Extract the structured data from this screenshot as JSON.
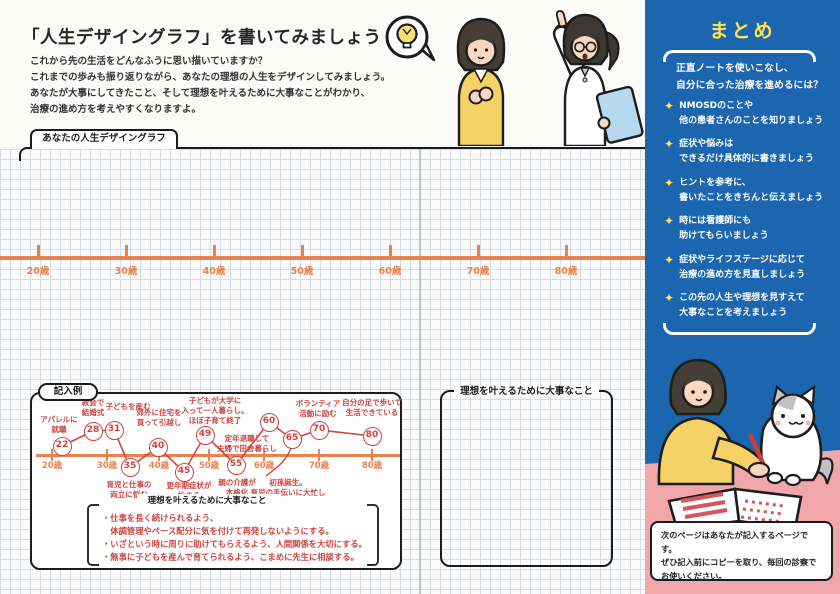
{
  "page": {
    "title": "「人生デザイングラフ」を書いてみましょう",
    "intro": "これから先の生活をどんなふうに思い描いていますか？\nこれまでの歩みも振り返りながら、あなたの理想の人生をデザインしてみましょう。\nあなたが大事にしてきたこと、そして理想を叶えるために大事なことがわかり、\n治療の進め方を考えやすくなりますよ。",
    "tab_label": "あなたの人生デザイングラフ"
  },
  "life_graph": {
    "age_ticks": [
      "20歳",
      "30歳",
      "40歳",
      "50歳",
      "60歳",
      "70歳",
      "80歳"
    ]
  },
  "example": {
    "label": "記入例",
    "age_ticks": [
      "20歳",
      "30歳",
      "40歳",
      "50歳",
      "60歳",
      "70歳",
      "80歳"
    ],
    "points": [
      {
        "age": "22",
        "note": "アパレルに\n就職"
      },
      {
        "age": "28",
        "note": "教会で\n結婚式"
      },
      {
        "age": "31",
        "note": "子どもを産む"
      },
      {
        "age": "35",
        "note": "育児と仕事の\n両立に悩む"
      },
      {
        "age": "40",
        "note": "郊外に住宅を\n買って引越し"
      },
      {
        "age": "45",
        "note": "更年期症状が\n始まる"
      },
      {
        "age": "49",
        "note": "子どもが大学に\n入って一人暮らし。\nほぼ子育て終了"
      },
      {
        "age": "55",
        "note": "親の介護が\n本格化"
      },
      {
        "age": "60",
        "note": "定年退職して\n夫婦で田舎暮らし"
      },
      {
        "age": "65",
        "note": "初孫誕生。\n育児の手伝いに大忙し"
      },
      {
        "age": "70",
        "note": "ボランティア\n活動に励む"
      },
      {
        "age": "80",
        "note": "自分の足で歩いて\n生活できている"
      }
    ],
    "ideals": {
      "title": "理想を叶えるために大事なこと",
      "bullets": "・仕事を長く続けられるよう、\n　体調管理やペース配分に気を付けて再発しないようにする。\n・いざという時に周りに助けてもらえるよう、人間関係を大切にする。\n・無事に子どもを産んで育てられるよう、こまめに先生に相談する。"
    }
  },
  "blank_box": {
    "title": "理想を叶えるために大事なこと"
  },
  "sidebar": {
    "title": "まとめ",
    "lead": "正直ノートを使いこなし、\n自分に合った治療を進めるには？",
    "bullet_icon": "✦",
    "items": [
      "NMOSDのことや\n他の患者さんのことを知りましょう",
      "症状や悩みは\nできるだけ具体的に書きましょう",
      "ヒントを参考に、\n書いたことをきちんと伝えましょう",
      "時には看護師にも\n助けてもらいましょう",
      "症状やライフステージに応じて\n治療の進め方を見直しましょう",
      "この先の人生や理想を見すえて\n大事なことを考えましょう"
    ],
    "footer_note": "次のページはあなたが記入するページです。\nぜひ記入前にコピーを取り、毎回の診察で\nお使いください。"
  },
  "colors": {
    "sidebar_blue": "#1b66af",
    "axis_orange": "#e8834e",
    "handwriting_red": "#cd4540",
    "highlight_yellow": "#ffe44f",
    "desk_pink": "#f1a6a9"
  }
}
